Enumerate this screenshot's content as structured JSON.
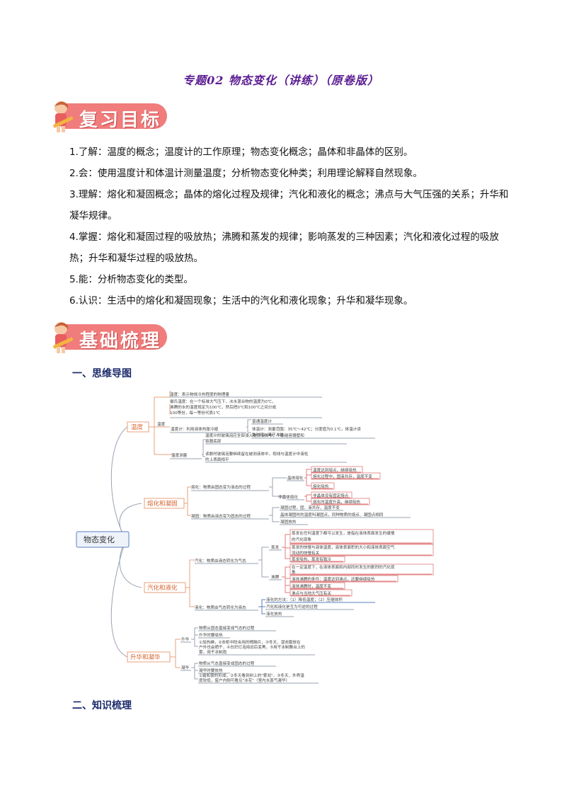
{
  "title": "专题02  物态变化（讲练）（原卷版）",
  "banners": {
    "review_goals": "复习目标",
    "basic_review": "基础梳理"
  },
  "objectives": [
    "1.了解：温度的概念；温度计的工作原理；物态变化概念；晶体和非晶体的区别。",
    "2.会：使用温度计和体温计测量温度；分析物态变化种类；利用理论解释自然现象。",
    "3.理解：熔化和凝固概念；晶体的熔化过程及规律；汽化和液化的概念；沸点与大气压强的关系；升华和凝华规律。",
    "4.掌握：熔化和凝固过程的吸放热；沸腾和蒸发的规律；影响蒸发的三种因素；汽化和液化过程的吸放热；升华和凝华过程的吸放热。",
    "5.能：分析物态变化的类型。",
    "6.认识：生活中的熔化和凝固现象；生活中的汽化和液化现象；升华和凝华现象。"
  ],
  "sections": {
    "mind_map": "一、思维导图",
    "knowledge": "二、知识梳理"
  },
  "mindmap": {
    "root": "物态变化",
    "branches": {
      "temperature": "温度",
      "melting": "熔化和凝固",
      "vaporization": "汽化和液化",
      "sublimation": "升华和凝华"
    },
    "temperature": {
      "sub": "温度",
      "def": "温度：表示物体冷热程度的物理量",
      "celsius_1": "摄氏温度：在一个标准大气压下，冰水混合物的温度为0℃，",
      "celsius_2": "沸腾的水的温度规定为100℃，然后把0℃和100℃之间分成",
      "celsius_3": "100等份，每一等份代表1℃",
      "thermometer": "温度计：利用液体热胀冷缩",
      "normal": "普通温度计",
      "clinical_1": "体温计：测量范围：35℃～42℃；分度值为0.1℃，体温计读",
      "clinical_2": "数时可以离开人体",
      "measure": "温度测量",
      "measure_1a": "温度计的玻璃泡应全部浸入被测液体中，不能碰容器壁和",
      "measure_1b": "容器底部",
      "measure_2a": "读数时玻璃泡要继续留在被测液体中，视线与温度计中液柱",
      "measure_2b": "的上表面相平"
    },
    "melting": {
      "melt": "熔化：物质由固态变为液态的过程",
      "crystal": "晶体熔化",
      "c1": "温度达到熔点，继续吸热",
      "c2": "熔化过程中，固液共存，温度不变",
      "c3": "熔化吸热",
      "noncrystal": "非晶体熔化",
      "n1": "非晶体没有固定熔点",
      "n2": "熔化时温度升高，继续吸热",
      "freeze": "凝固：物质由液态变为固态的过程",
      "f1": "凝固过程，固、液共存，温度不变",
      "f2": "晶体凝固时的温度叫凝固点，同种物质的熔点、凝固点相同",
      "f3": "凝固放热"
    },
    "vaporization": {
      "vap": "汽化：物质由液态转化为气态",
      "evap": "蒸发",
      "e1a": "蒸发在任何温度下都可以发生，是指在液体表面发生的缓慢",
      "e1b": "的汽化现象",
      "e2a": "蒸发的快慢与液体温度，液体表面积的大小和液体表面空气",
      "e2b": "流动的快慢有关",
      "e3": "蒸发吸热，蒸发有致冷",
      "boil": "沸腾",
      "b1a": "在一定温度下，在液体表面和内部同时发生的剧烈的汽化现",
      "b1b": "象",
      "b2": "液体沸腾的条件：温度达到沸点，还要继续吸热",
      "b3": "液体沸腾时，温度不变",
      "b4": "沸点与当地大气压有关",
      "liq": "液化：物质由气态转化为液态",
      "l1": "液化的方法：（1）降低温度；（2）压缩体积",
      "l2": "汽化和液化是互为可逆的过程",
      "l3": "液化放热"
    },
    "sublimation": {
      "sub": "升华",
      "s1": "物质从固态直接变成气态的过程",
      "s2": "升华时要吸热",
      "s3a": "①加热碘，②衣柜中防虫用的樟脑片，③冬天，湿衣服放在",
      "s3b": "户外也会晒干，④白炽灯泡用旧后变黑，⑤用干冰制舞台上的",
      "s3c": "雾，用干冰制雨",
      "dep": "凝华",
      "d1": "物质从气态直接变成固态的过程",
      "d2": "凝华时要放热",
      "d3a": "①霜和雾的形成，②冬天看到树上的\"雾凇\"，③冬天，外界温",
      "d3b": "度较低，窗户内侧可看见\"冰花\"（室内水蒸气凝华）"
    }
  },
  "colors": {
    "title": "#5c1d92",
    "banner": "#f07c7c",
    "mindmap_line": "#9aa3b2",
    "node_text": "#333333",
    "branch_text": "#d4622a",
    "branch_border": "#e8a27e",
    "red_border": "#e07b7b",
    "blue_line": "#5a7fbf"
  }
}
